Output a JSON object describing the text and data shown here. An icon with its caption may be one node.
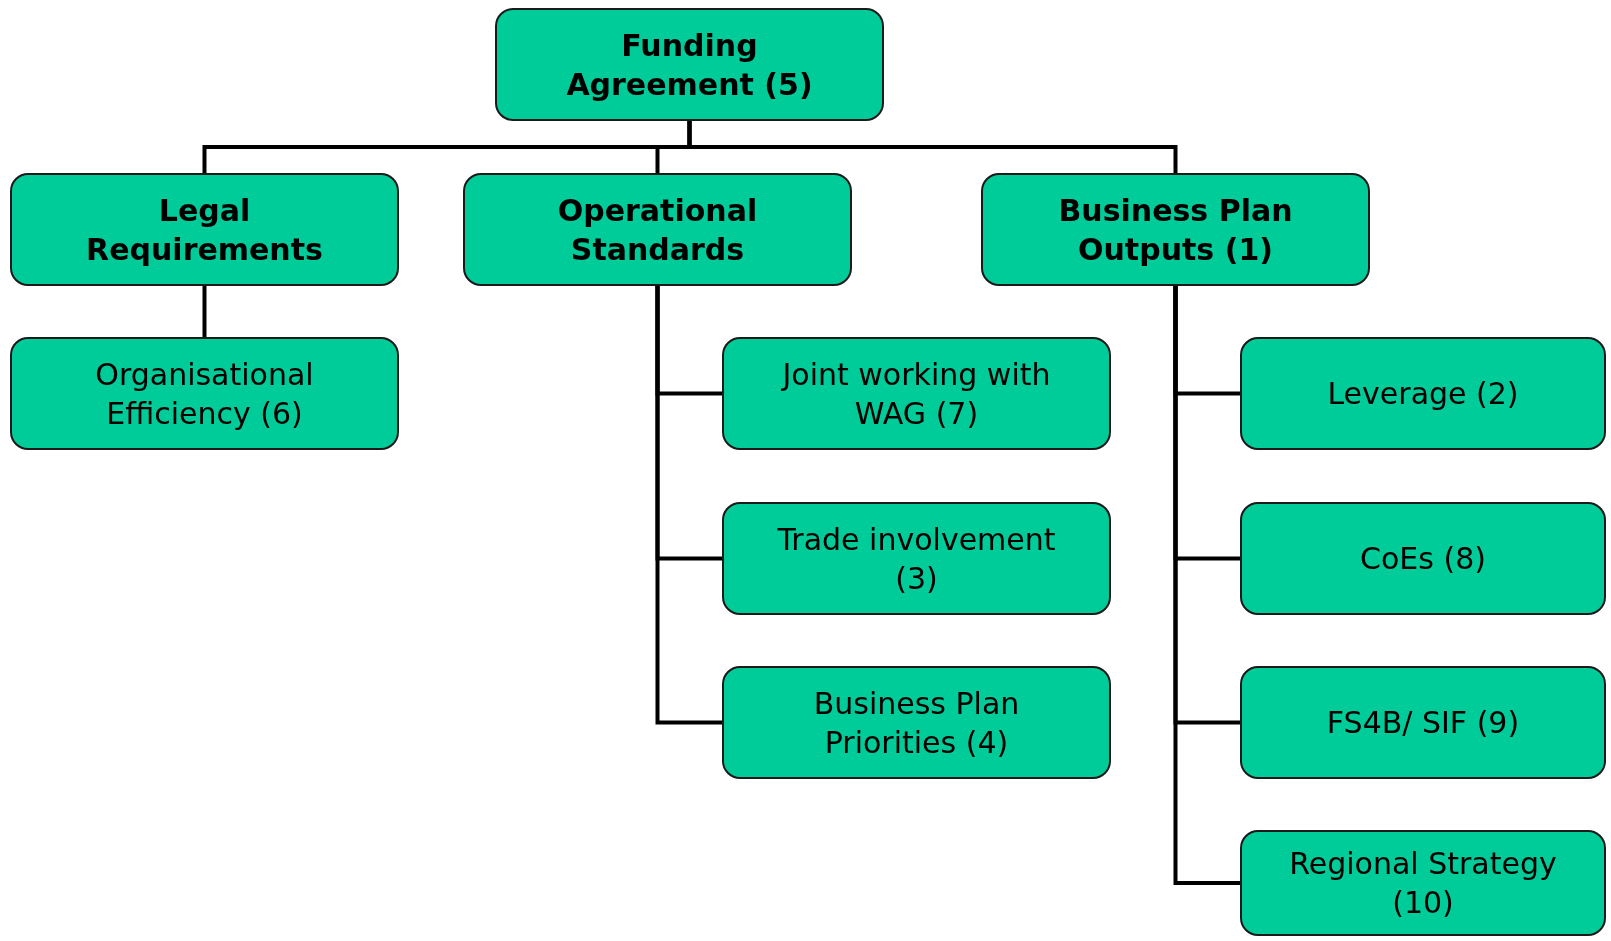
{
  "diagram": {
    "nodes": [
      {
        "text": [
          "Funding Agreement (5)"
        ]
      },
      {
        "text": [
          "Legal Requirements"
        ]
      },
      {
        "text": [
          "Operational Standards"
        ]
      },
      {
        "text": [
          "Business Plan Outputs (1)"
        ]
      },
      {
        "text": [
          "Organisational Efficiency (6)"
        ]
      },
      {
        "text": [
          "Joint working with WAG (7)"
        ]
      },
      {
        "text": [
          "Trade involvement (3)"
        ]
      },
      {
        "text": [
          "Business Plan Priorities (4)"
        ]
      },
      {
        "text": [
          "Leverage (2)"
        ]
      },
      {
        "text": [
          "CoEs (8)"
        ]
      },
      {
        "text": [
          "FS4B/ SIF (9)"
        ]
      },
      {
        "text": [
          "Regional Strategy (10)"
        ]
      }
    ],
    "edges": [
      {
        "from": 0,
        "to": 1,
        "arrow": "none"
      },
      {
        "from": 0,
        "to": 2,
        "arrow": "none"
      },
      {
        "from": 0,
        "to": 3,
        "arrow": "none"
      },
      {
        "from": 1,
        "to": 4,
        "arrow": "none"
      },
      {
        "from": 2,
        "to": 5,
        "arrow": "none"
      },
      {
        "from": 2,
        "to": 6,
        "arrow": "none"
      },
      {
        "from": 2,
        "to": 7,
        "arrow": "none"
      },
      {
        "from": 3,
        "to": 8,
        "arrow": "none"
      },
      {
        "from": 3,
        "to": 9,
        "arrow": "none"
      },
      {
        "from": 3,
        "to": 10,
        "arrow": "none"
      },
      {
        "from": 3,
        "to": 11,
        "arrow": "none"
      }
    ]
  }
}
